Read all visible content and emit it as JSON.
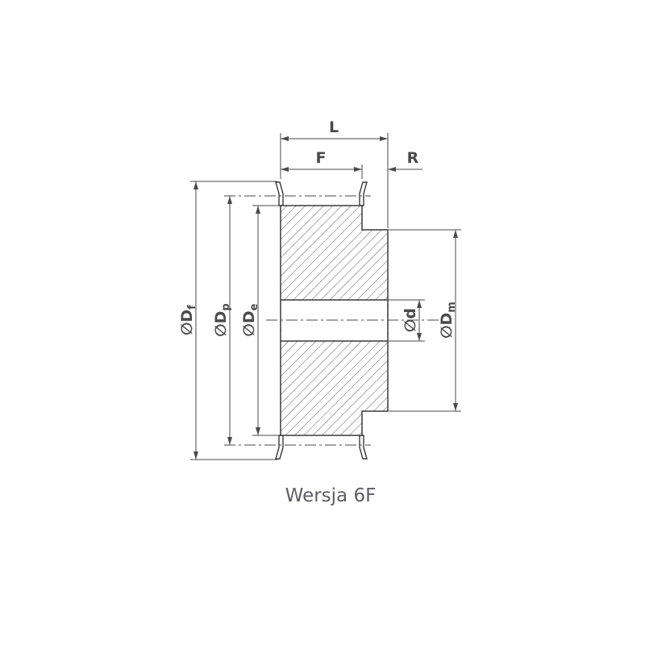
{
  "caption": "Wersja 6F",
  "dim_labels": {
    "L": "L",
    "F": "F",
    "R": "R",
    "Df": {
      "text": "∅D",
      "sub": "f"
    },
    "Dp": {
      "text": "∅D",
      "sub": "p"
    },
    "De": {
      "text": "∅D",
      "sub": "e"
    },
    "d": {
      "text": "∅d",
      "sub": ""
    },
    "Dm": {
      "text": "∅D",
      "sub": "m"
    }
  },
  "colors": {
    "line": "#3a3a3a",
    "dimension": "#4a4a4a",
    "caption": "#5d5d64",
    "background": "#ffffff"
  }
}
